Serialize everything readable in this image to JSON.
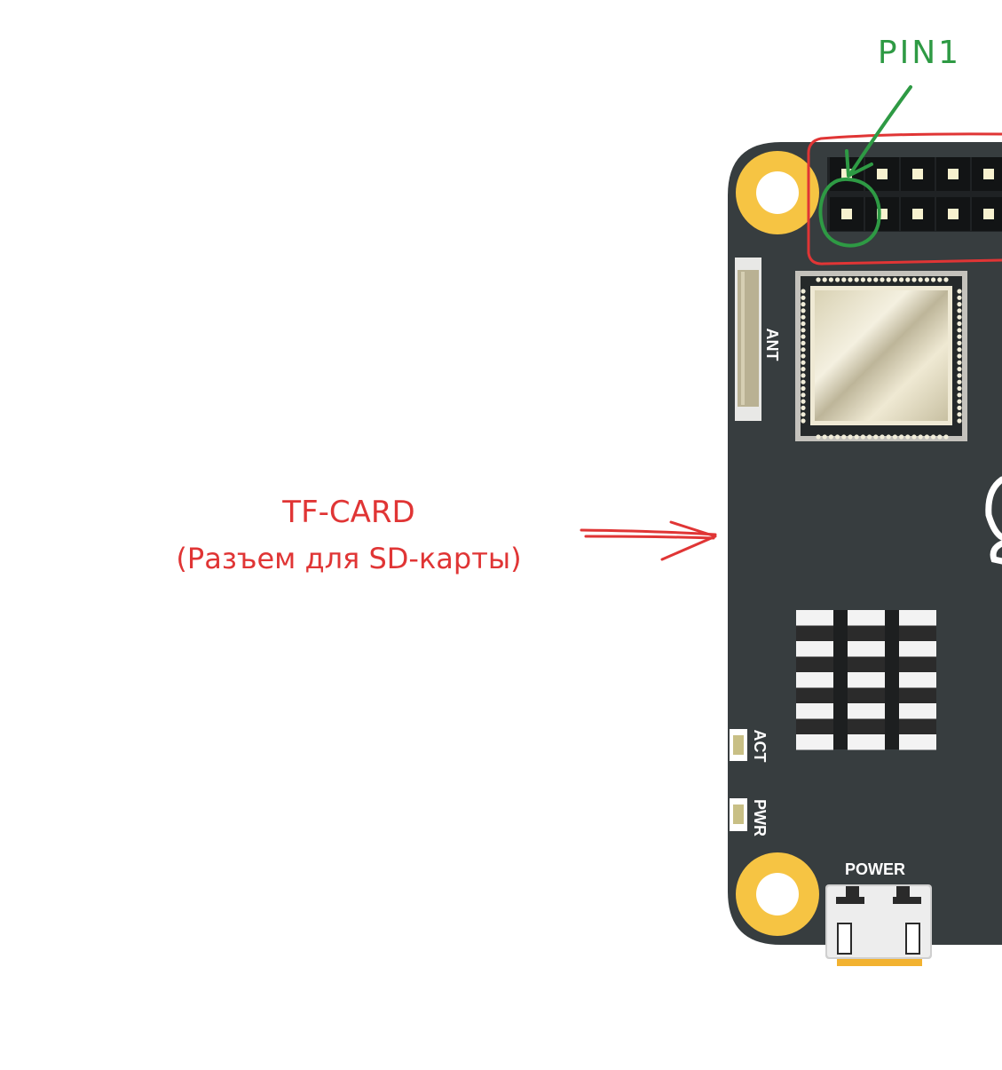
{
  "annotations": {
    "pin1_label": "PIN1",
    "tfcard_line1": "TF-CARD",
    "tfcard_line2": "(Разъем для SD-карты)",
    "pin1_color": "#2e9a44",
    "tfcard_color": "#e03535",
    "header_box_color": "#e03535"
  },
  "board": {
    "pcb_color": "#373d3f",
    "hole_ring_color": "#f6c443",
    "labels": {
      "antenna": "ANT",
      "act_led": "ACT",
      "pwr_led": "PWR",
      "power_port": "POWER"
    }
  }
}
